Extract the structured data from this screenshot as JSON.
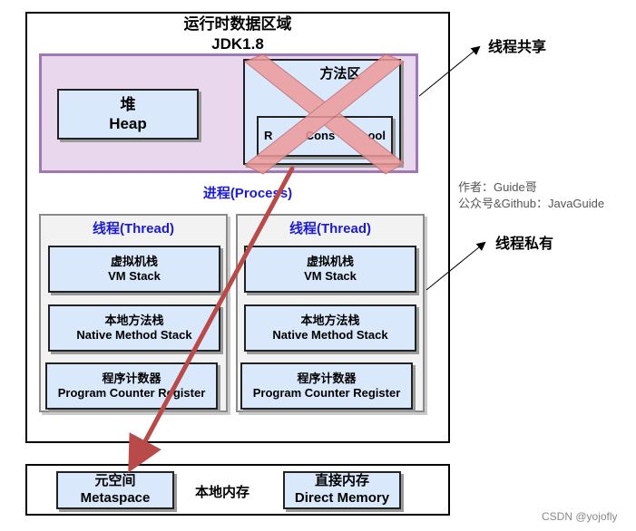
{
  "runtime": {
    "title": "运行时数据区域",
    "subtitle": "JDK1.8"
  },
  "process_label": "进程(Process)",
  "heap": {
    "cn": "堆",
    "en": "Heap"
  },
  "method_area": {
    "cn": "方法区",
    "inner": "Runtime Constant Pool",
    "partial_label": "方法区",
    "partial_inner_left": "R",
    "partial_inner_mid": "Cons",
    "partial_inner_right": "ool"
  },
  "threads": [
    {
      "label": "线程(Thread)",
      "vm_stack": {
        "cn": "虚拟机栈",
        "en": "VM Stack"
      },
      "native_stack": {
        "cn": "本地方法栈",
        "en": "Native Method Stack"
      },
      "pc": {
        "cn": "程序计数器",
        "en": "Program Counter Register"
      }
    },
    {
      "label": "线程(Thread)",
      "vm_stack": {
        "cn": "虚拟机栈",
        "en": "VM Stack"
      },
      "native_stack": {
        "cn": "本地方法栈",
        "en": "Native Method Stack"
      },
      "pc": {
        "cn": "程序计数器",
        "en": "Program Counter Register"
      }
    }
  ],
  "annotations": {
    "shared": "线程共享",
    "private": "线程私有"
  },
  "author": {
    "line1": "作者：Guide哥",
    "line2": "公众号&Github：JavaGuide"
  },
  "native_memory": {
    "label": "本地内存",
    "metaspace": {
      "cn": "元空间",
      "en": "Metaspace"
    },
    "direct": {
      "cn": "直接内存",
      "en": "Direct Memory"
    }
  },
  "watermark": "CSDN @yojofly",
  "colors": {
    "purple_fill": "#e9d7ee",
    "blue_box": "#d9e8fb",
    "cross": "#ee9a9a",
    "arrow": "#b84a4a",
    "blue_text": "#1b1bd6"
  }
}
